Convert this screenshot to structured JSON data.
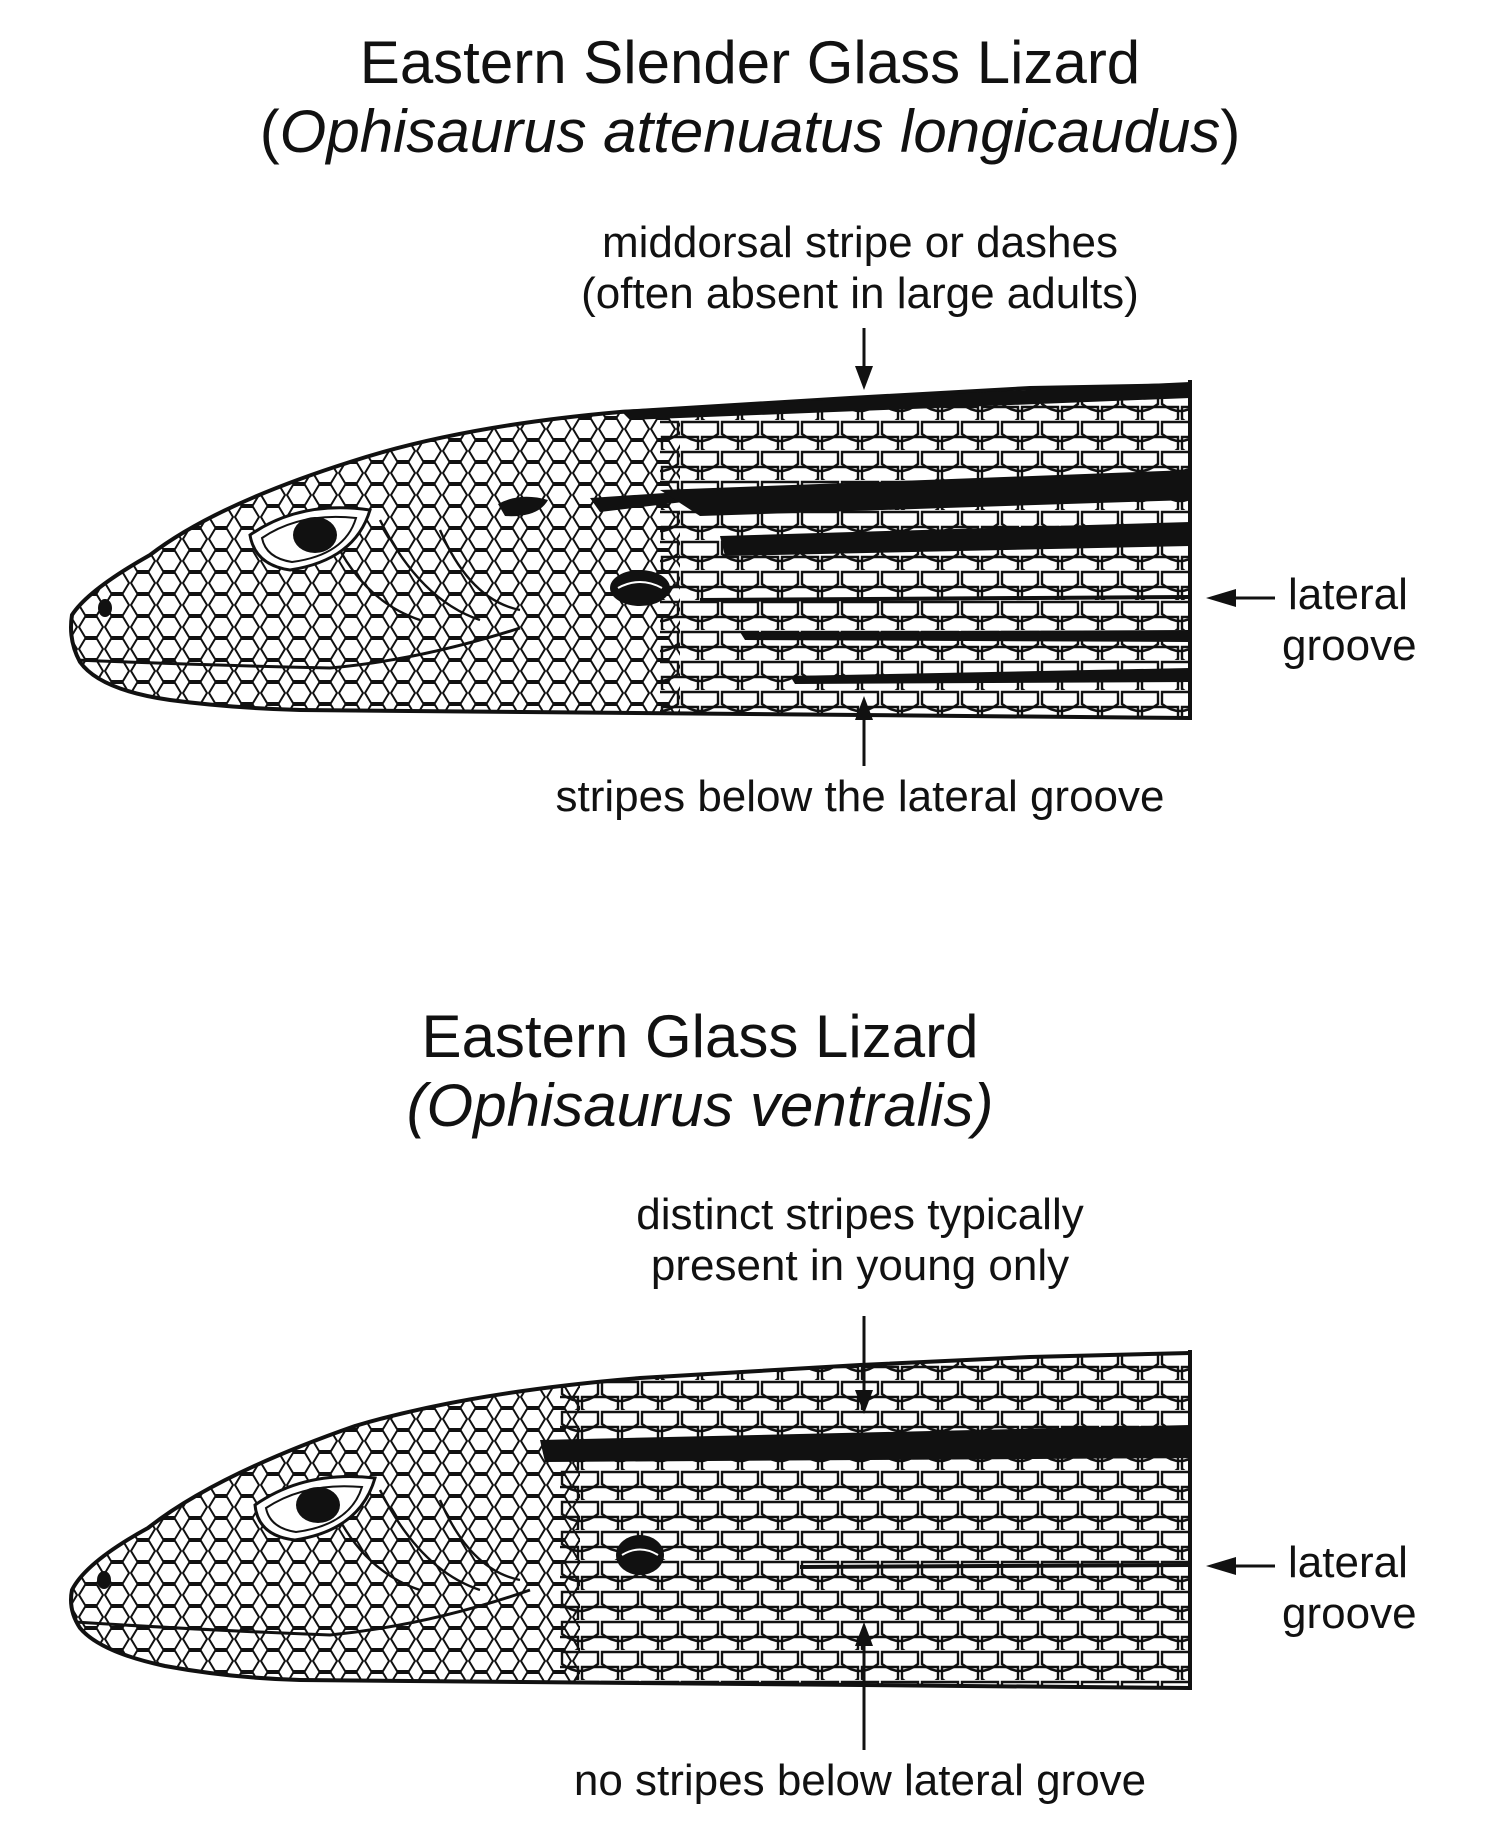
{
  "figure1": {
    "common_name": "Eastern Slender Glass Lizard",
    "paren_open": "(",
    "scientific_name": "Ophisaurus attenuatus longicaudus",
    "paren_close": ")",
    "top_label": [
      "middorsal stripe or dashes",
      "(often absent in large adults)"
    ],
    "side_label": [
      "lateral",
      "groove"
    ],
    "bottom_label": "stripes below the lateral groove"
  },
  "figure2": {
    "common_name": "Eastern Glass Lizard",
    "scientific_name": "(Ophisaurus ventralis)",
    "top_label": [
      "distinct stripes typically",
      "present in young only"
    ],
    "side_label": [
      "lateral",
      "groove"
    ],
    "bottom_label": "no stripes below lateral grove"
  },
  "colors": {
    "ink": "#111111",
    "background": "#ffffff"
  }
}
